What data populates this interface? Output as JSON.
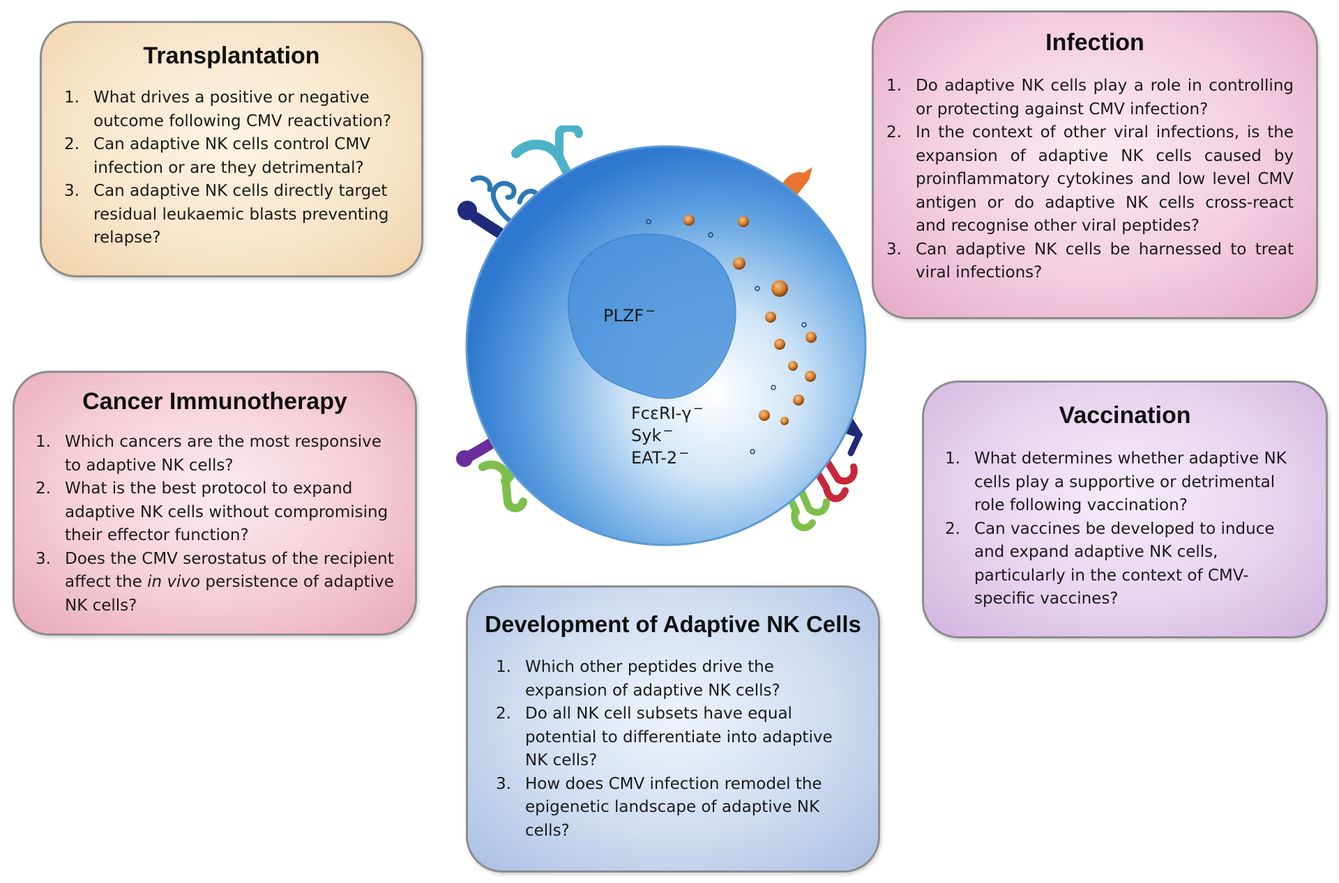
{
  "transplantation": {
    "title": "Transplantation",
    "items": [
      "What drives a positive or negative outcome following CMV reactivation?",
      "Can adaptive NK cells control CMV infection or are they detrimental?",
      "Can adaptive NK cells directly target residual leukaemic blasts preventing relapse?"
    ]
  },
  "infection": {
    "title": "Infection",
    "items": [
      "Do adaptive NK cells play a role in controlling or protecting against CMV infection?",
      "In the context of other viral infections, is the expansion of adaptive NK cells caused by proinflammatory cytokines and low level CMV antigen or do adaptive NK cells cross-react and recognise other viral peptides?",
      "Can adaptive NK cells be harnessed to treat viral infections?"
    ]
  },
  "cancer_immunotherapy": {
    "title": "Cancer Immunotherapy",
    "items": [
      "Which cancers are the most responsive to adaptive NK cells?",
      "What is the best protocol to expand adaptive NK cells without compromising their effector function?"
    ],
    "item3_before": "Does the CMV serostatus of the recipient affect the ",
    "item3_italic": "in vivo",
    "item3_after": " persistence of adaptive NK cells?"
  },
  "vaccination": {
    "title": "Vaccination",
    "items": [
      "What determines whether adaptive NK cells play a supportive or detrimental role following vaccination?",
      "Can vaccines be developed to induce and expand adaptive NK cells, particularly in the context of CMV-specific vaccines?"
    ]
  },
  "development": {
    "title": "Development of Adaptive NK Cells",
    "items": [
      "Which other peptides drive the expansion of adaptive NK cells?",
      "Do all NK cell subsets have equal potential to differentiate into adaptive NK cells?",
      "How does CMV infection remodel the epigenetic landscape of adaptive NK cells?"
    ]
  },
  "numbers": [
    "1.",
    "2.",
    "3."
  ],
  "cell": {
    "nucleus_label": "PLZF",
    "markers": [
      "FcεRI-γ",
      "Syk",
      "EAT-2"
    ],
    "superscript": "−"
  }
}
